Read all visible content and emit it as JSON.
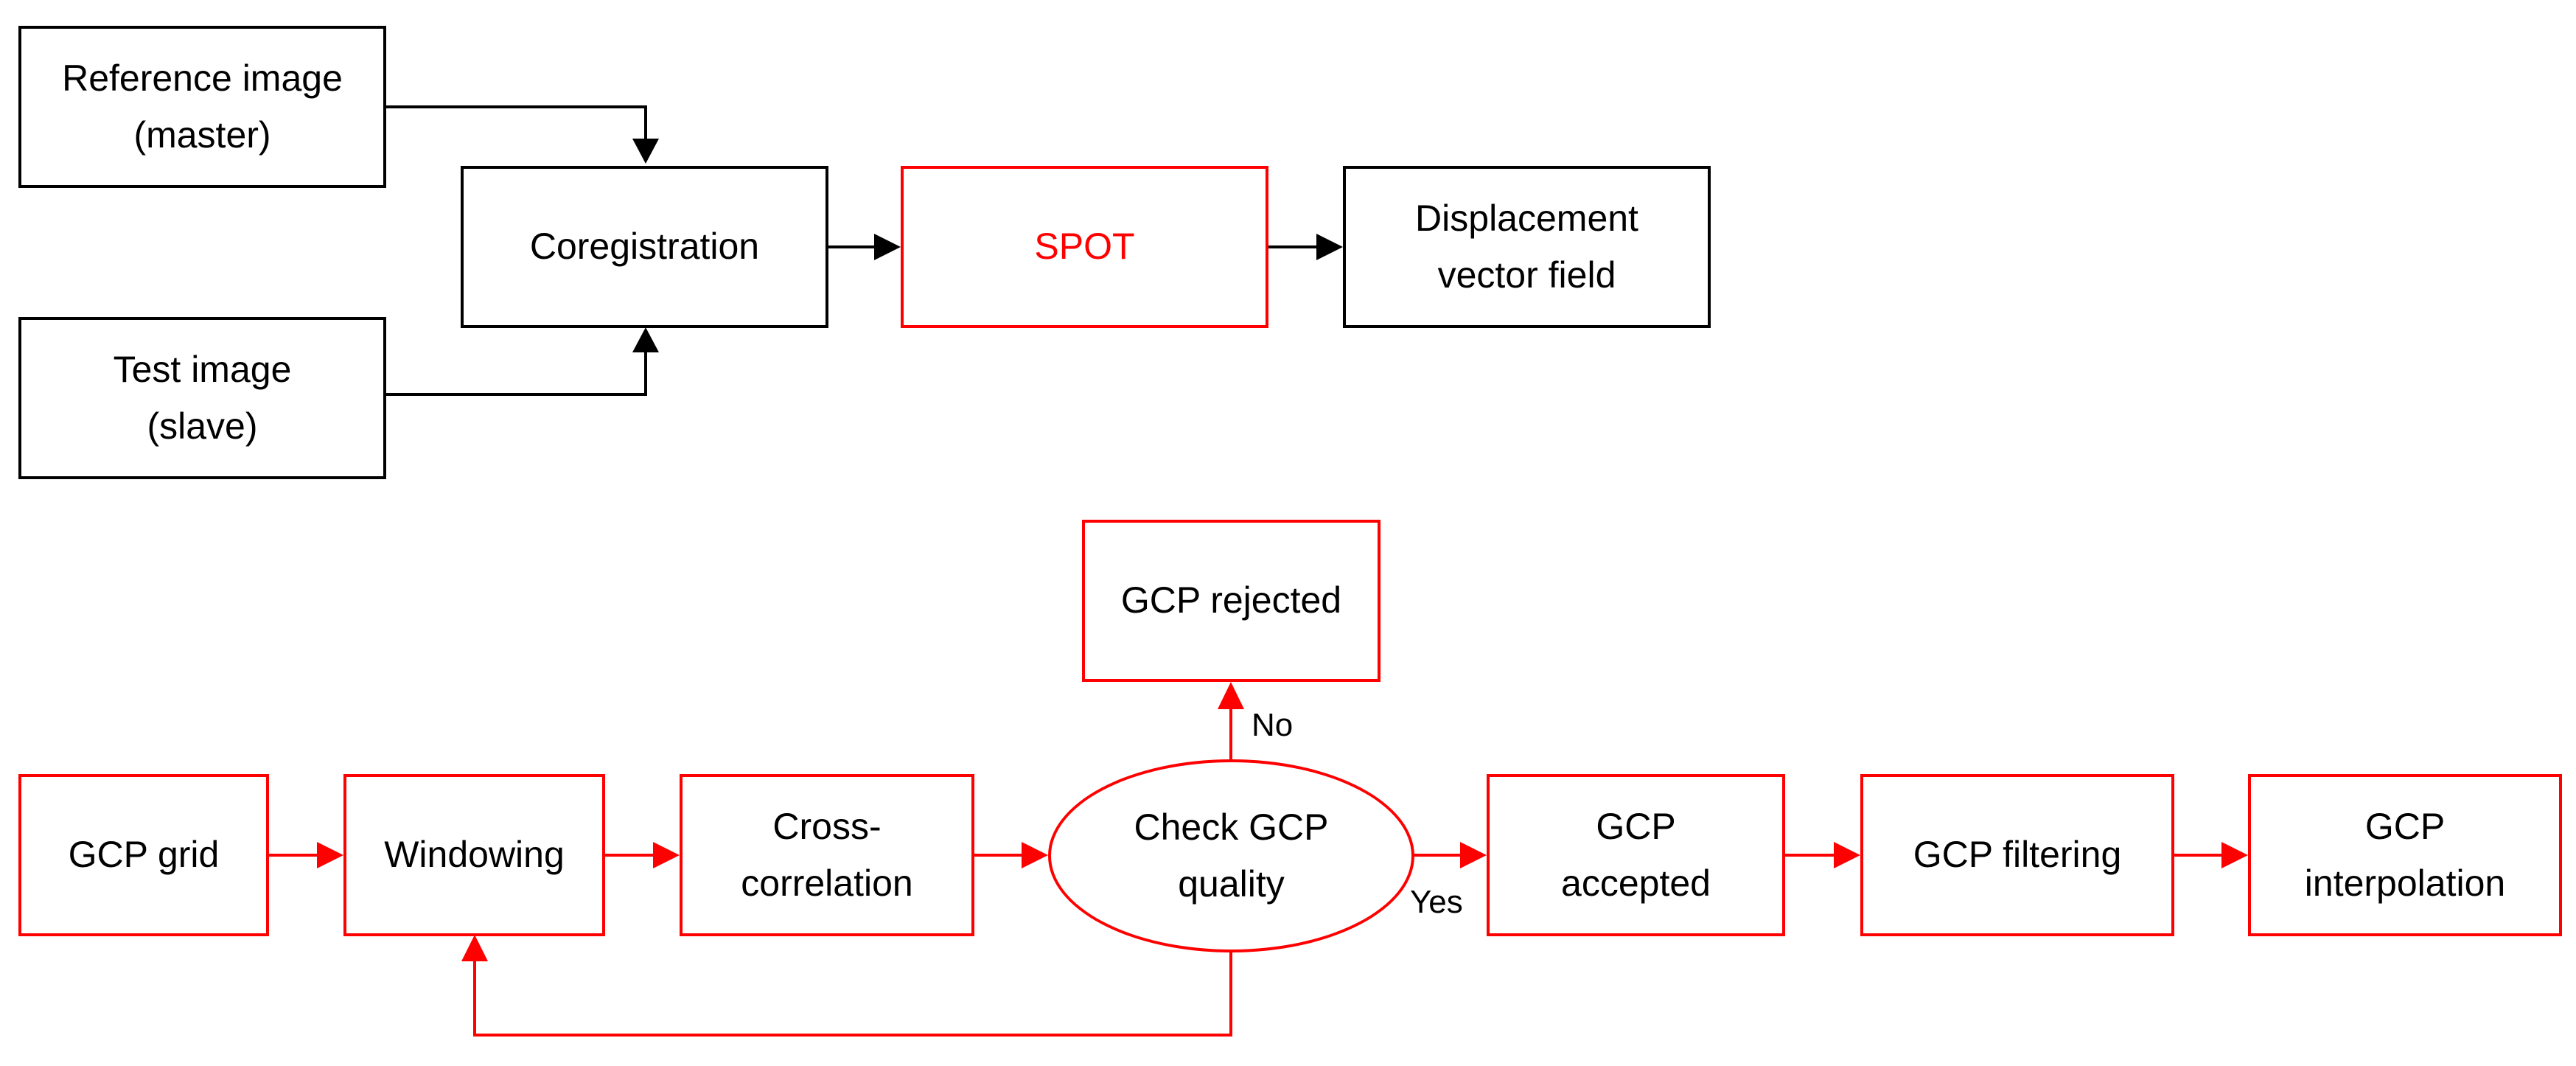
{
  "colors": {
    "top_stroke": "#000000",
    "bottom_stroke": "#ff0000",
    "highlight_text": "#ff0000"
  },
  "top_flow": {
    "reference_image": "Reference image\n(master)",
    "test_image": "Test image\n(slave)",
    "coregistration": "Coregistration",
    "spot": "SPOT",
    "displacement_field": "Displacement\nvector field"
  },
  "bottom_flow": {
    "gcp_grid": "GCP grid",
    "windowing": "Windowing",
    "cross_correlation": "Cross-\ncorrelation",
    "check_gcp_quality": "Check GCP\nquality",
    "gcp_rejected": "GCP rejected",
    "gcp_accepted": "GCP\naccepted",
    "gcp_filtering": "GCP filtering",
    "gcp_interpolation": "GCP\ninterpolation",
    "label_no": "No",
    "label_yes": "Yes"
  }
}
